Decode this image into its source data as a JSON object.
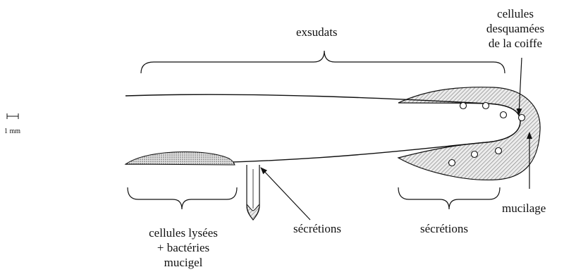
{
  "labels": {
    "exsudats": "exsudats",
    "cap_cells": [
      "cellules",
      "desquamées",
      "de la coiffe"
    ],
    "scale": "1 mm",
    "mucilage": "mucilage",
    "secretions_root_hair": "sécrétions",
    "secretions_tip": "sécrétions",
    "lysed_cells": [
      "cellules lysées",
      "+ bactéries",
      "mucigel"
    ]
  }
}
